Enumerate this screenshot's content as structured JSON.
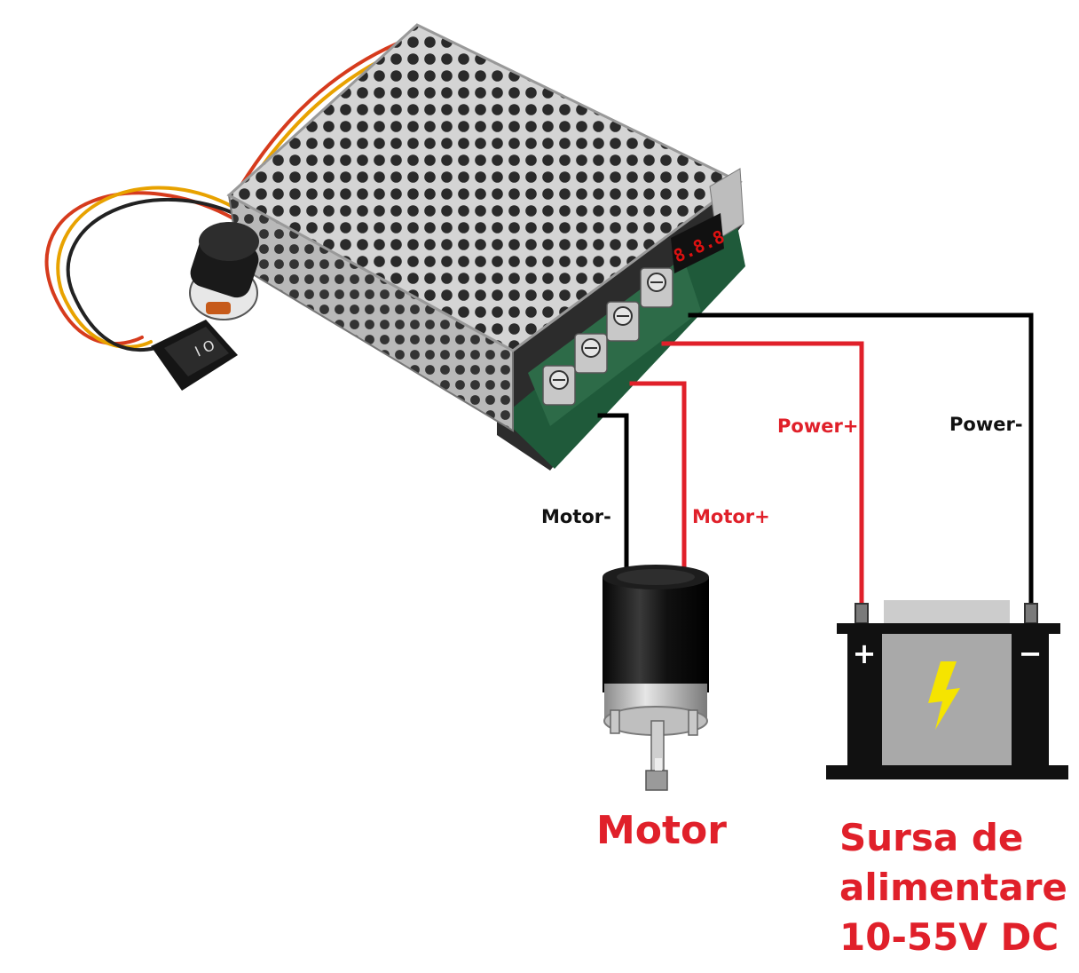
{
  "colors": {
    "red": "#e0202a",
    "black": "#111111",
    "wire_black": "#000000",
    "metal": "#c9c9c9",
    "metal_dark": "#8d8d8d",
    "pcb": "#1f5a3a",
    "battery_gray": "#a9a9a9",
    "bolt": "#f5e400"
  },
  "icons": {
    "controller": "pwm-motor-controller-illustration",
    "motor": "dc-motor-illustration",
    "battery": "battery-icon",
    "bolt": "lightning-bolt-icon"
  },
  "wires": {
    "motor_minus": "Motor-",
    "motor_plus": "Motor+",
    "power_plus": "Power+",
    "power_minus": "Power-"
  },
  "battery": {
    "plus_sign": "+",
    "minus_sign": "−"
  },
  "captions": {
    "motor": "Motor",
    "supply_line1": "Sursa de",
    "supply_line2": "alimentare",
    "supply_line3": "10-55V DC"
  }
}
